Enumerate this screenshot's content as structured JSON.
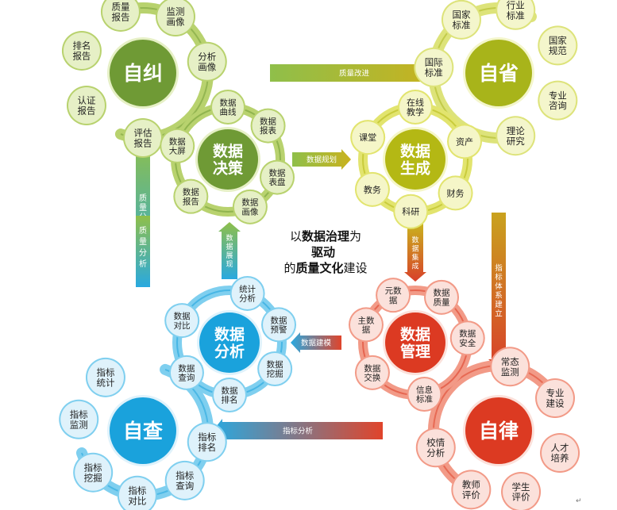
{
  "groups": {
    "zijiu": {
      "center": "自纠",
      "color": "#6f9a35",
      "light": "#b8d26e",
      "pale": "#e6f0c6",
      "sats": [
        "质量\n报告",
        "监测\n画像",
        "分析\n画像",
        "评估\n报告",
        "认证\n报告",
        "排名\n报告"
      ]
    },
    "zisheng": {
      "center": "自省",
      "color": "#a8b41a",
      "light": "#dde37a",
      "pale": "#f4f6cc",
      "sats": [
        "国家\n标准",
        "行业\n标准",
        "国家\n规范",
        "专业\n咨询",
        "理论\n研究",
        "国际\n标准"
      ]
    },
    "zicha": {
      "center": "自查",
      "color": "#1aa2dc",
      "light": "#7fcfef",
      "pale": "#dff2fb",
      "sats": [
        "指标\n统计",
        "指标\n监测",
        "指标\n挖掘",
        "指标\n对比",
        "指标\n查询",
        "指标\n排名"
      ]
    },
    "zilv": {
      "center": "自律",
      "color": "#dc3a22",
      "light": "#f29a87",
      "pale": "#fbe1db",
      "sats": [
        "常态\n监测",
        "专业\n建设",
        "人才\n培养",
        "学生\n评价",
        "教师\n评价",
        "校情\n分析"
      ]
    },
    "juece": {
      "center": "数据\n决策",
      "color": "#6f9a35",
      "light": "#b8d26e",
      "pale": "#e6f0c6",
      "sats": [
        "数据\n曲线",
        "数据\n报表",
        "数据\n表盘",
        "数据\n画像",
        "数据\n报告",
        "数据\n大屏"
      ]
    },
    "shengcheng": {
      "center": "数据\n生成",
      "color": "#b4b814",
      "light": "#e2e46e",
      "pale": "#f5f6c8",
      "sats": [
        "在线\n教学",
        "资产",
        "财务",
        "科研",
        "教务",
        "课堂"
      ]
    },
    "fenxi": {
      "center": "数据\n分析",
      "color": "#1aa2dc",
      "light": "#7fcfef",
      "pale": "#dff2fb",
      "sats": [
        "统计\n分析",
        "数据\n预警",
        "数据\n挖掘",
        "数据\n排名",
        "数据\n查询",
        "数据\n对比"
      ]
    },
    "guanli": {
      "center": "数据\n管理",
      "color": "#dc3a22",
      "light": "#f29a87",
      "pale": "#fbe1db",
      "sats": [
        "数据\n质量",
        "数据\n安全",
        "信息\n标准",
        "数据\n交换",
        "主数\n据",
        "元数\n据"
      ]
    }
  },
  "arrows": {
    "quality_improve": "质量改进",
    "indicator_system": "指标体系建立",
    "indicator_analysis": "指标分析",
    "quality_analysis": "质量分析",
    "data_planning": "数据规划",
    "data_collection": "数据集成",
    "data_build": "数据建模",
    "data_display": "数据展现"
  },
  "slogan": {
    "line1_pre": "以",
    "line1_bold": "数据治理",
    "line1_post": "为",
    "line2_bold": "驱动",
    "line3_pre": "的",
    "line3_bold": "质量文化",
    "line3_post": "建设"
  },
  "colors": {
    "green": "#6f9a35",
    "olive": "#a8b41a",
    "blue": "#1aa2dc",
    "red": "#dc3a22",
    "orange": "#c7791c"
  }
}
